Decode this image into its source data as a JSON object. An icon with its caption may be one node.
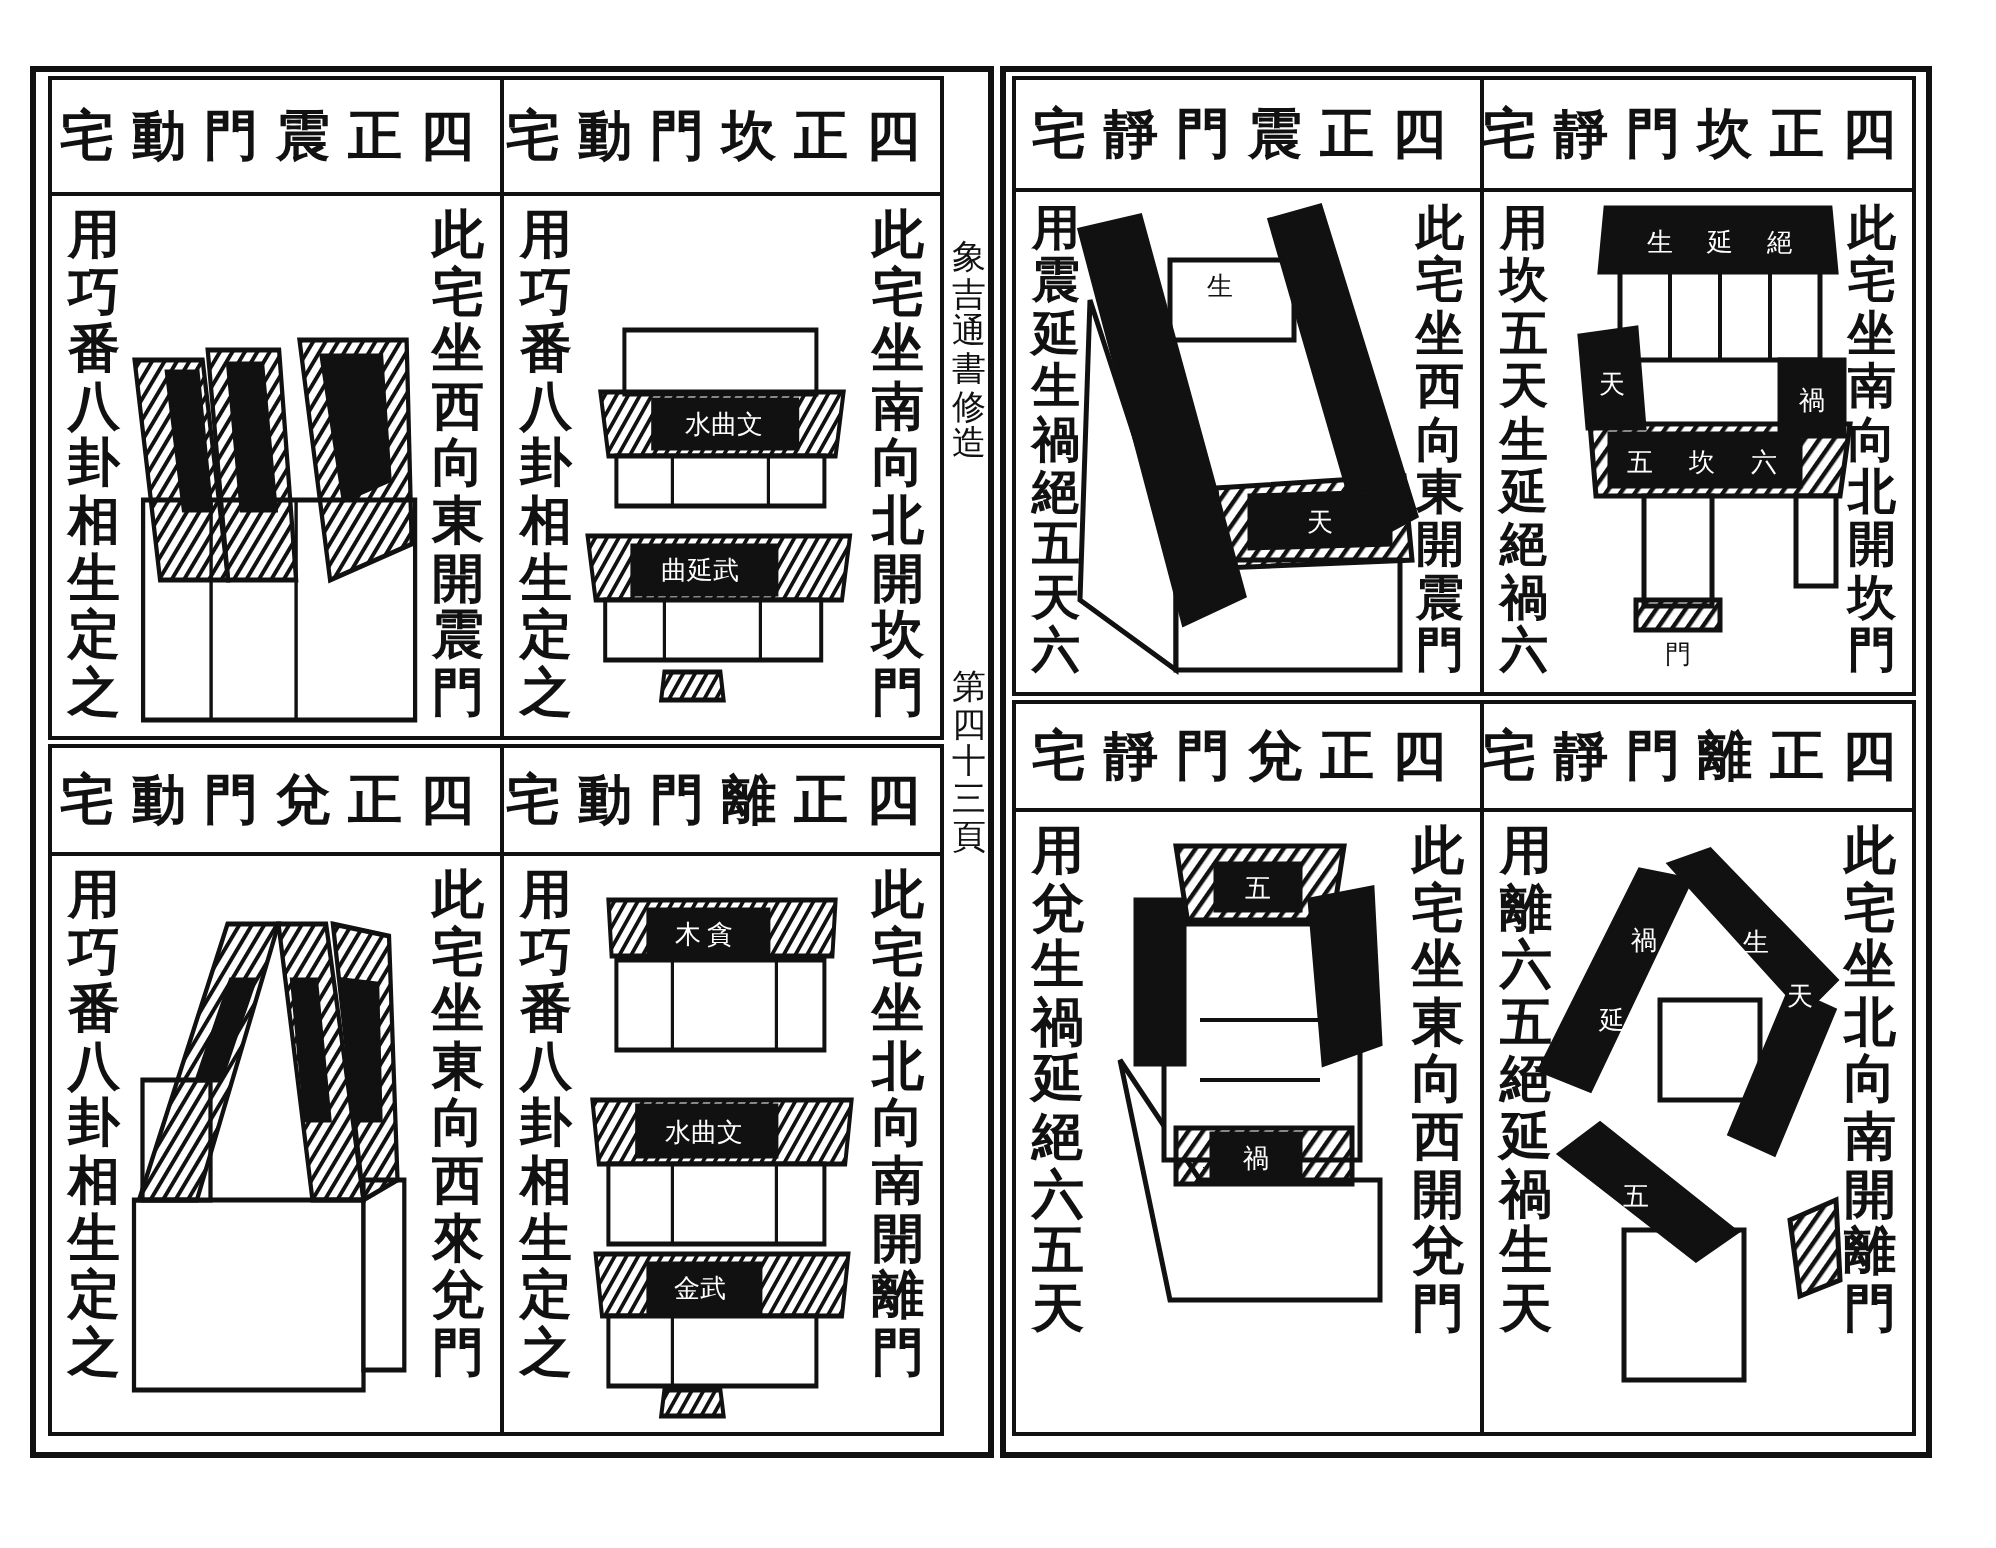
{
  "diagram": {
    "nodes": [
      {
        "text": [
          "宅靜門坎正四",
          "用坎五天生延絕禍六",
          "此宅坐南向北開坎門"
        ]
      },
      {
        "text": [
          "宅靜門震正四",
          "用震延生禍絕五天六",
          "此宅坐西向東開震門"
        ]
      },
      {
        "text": [
          "宅靜門離正四",
          "用離六五絕延禍生天",
          "此宅坐北向南開離門"
        ]
      },
      {
        "text": [
          "宅靜門兌正四",
          "用兌生禍延絕六五天",
          "此宅坐東向西開兌門"
        ]
      },
      {
        "text": [
          "宅動門坎正四",
          "用巧番八卦相生定之",
          "此宅坐南向北開坎門"
        ]
      },
      {
        "text": [
          "宅動門震正四",
          "用巧番八卦相生定之",
          "此宅坐西向東開震門"
        ]
      },
      {
        "text": [
          "宅動門離正四",
          "用巧番八卦相生定之",
          "此宅坐北向南開離門"
        ]
      },
      {
        "text": [
          "宅動門兌正四",
          "用巧番八卦相生定之",
          "此宅坐東向西來兌門"
        ]
      }
    ],
    "labels": [
      "絕",
      "延",
      "生",
      "天",
      "禍",
      "六",
      "坎",
      "五",
      "門",
      "生",
      "天",
      "天",
      "生",
      "禍",
      "延",
      "五",
      "五",
      "禍",
      "象吉通書修造",
      "第四十三頁",
      "水曲文",
      "曲延武",
      "木 貪",
      "水曲文",
      "金武"
    ]
  }
}
